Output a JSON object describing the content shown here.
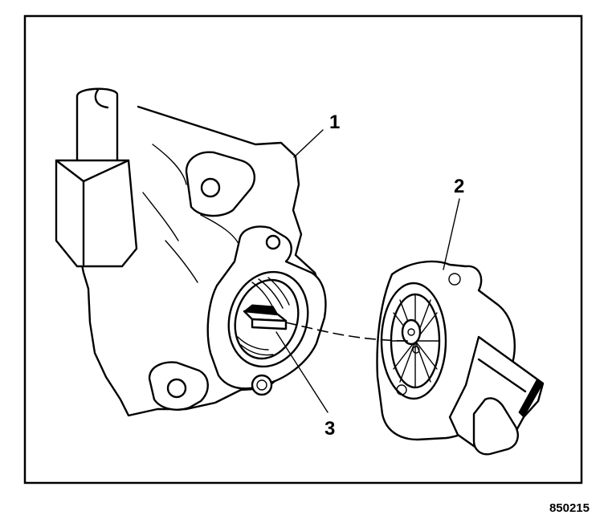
{
  "callouts": [
    {
      "label": "1"
    },
    {
      "label": "2"
    },
    {
      "label": "3"
    }
  ],
  "figure_code": "850215"
}
